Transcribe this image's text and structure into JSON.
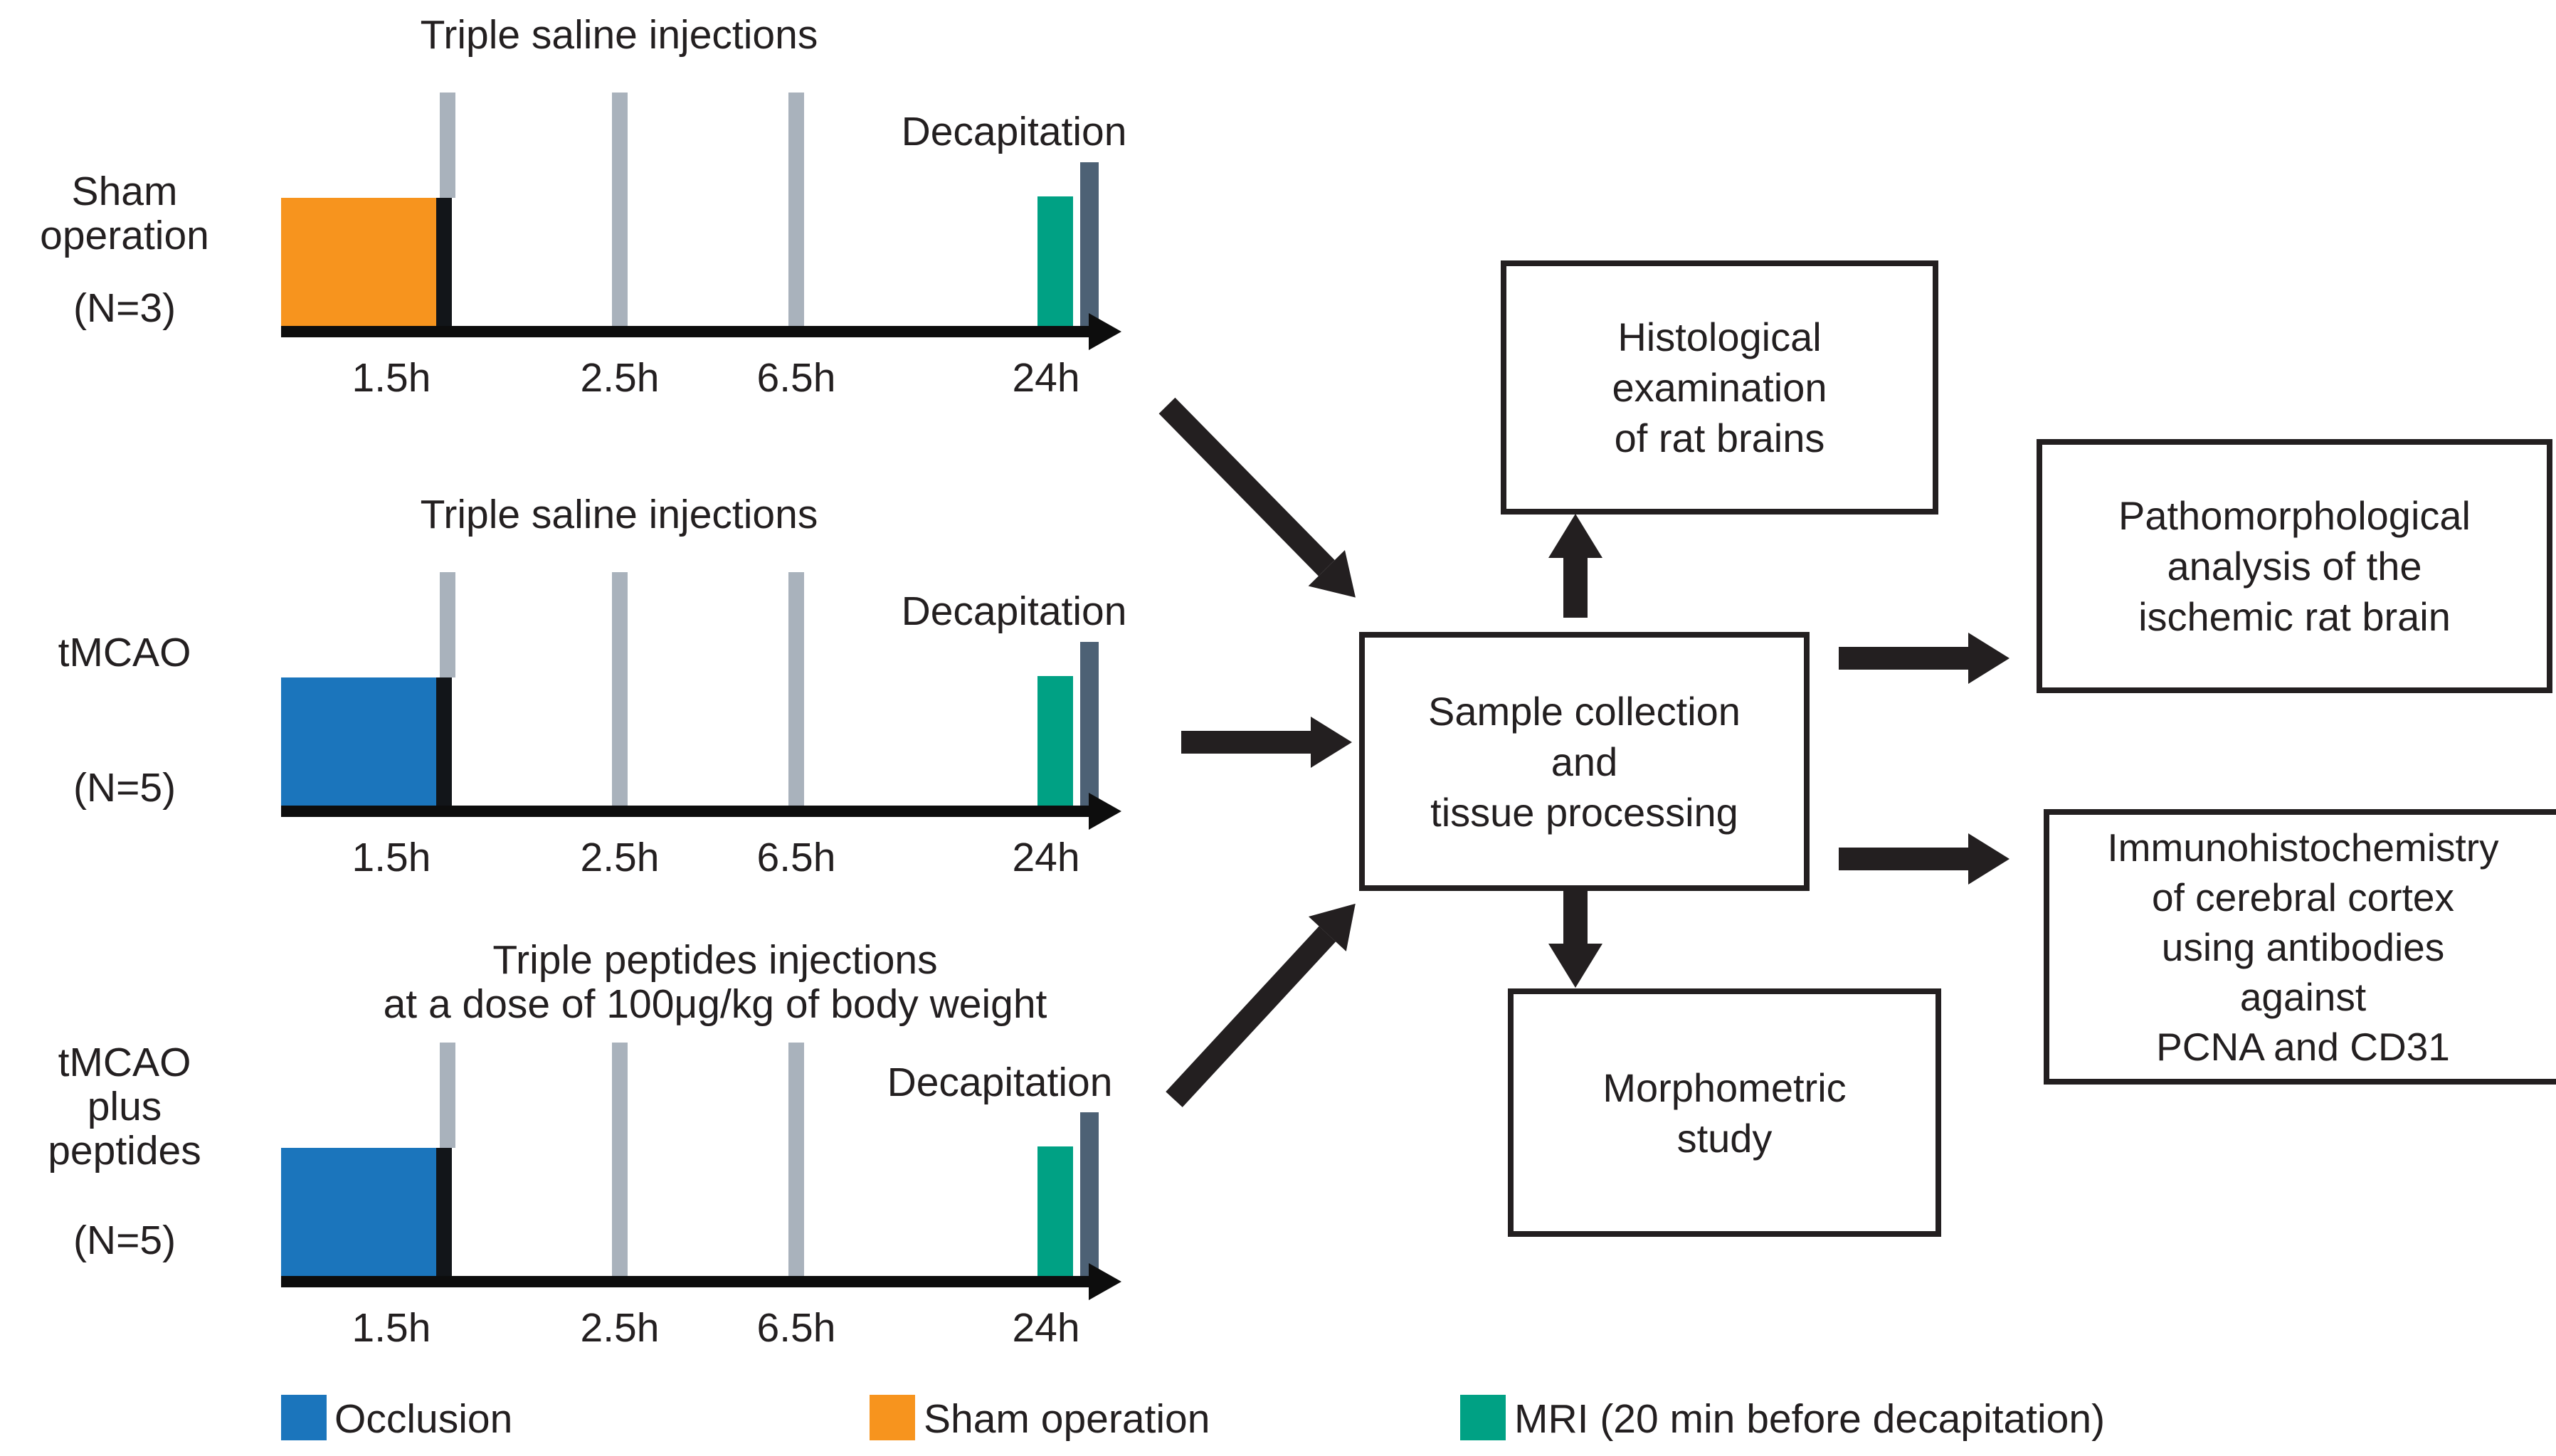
{
  "colors": {
    "occlusion": "#1b75bc",
    "sham": "#f7941e",
    "mri": "#00a184",
    "decap": "#4d6175",
    "injection": "#a9b2bc"
  },
  "rows": [
    {
      "title": "Triple saline injections",
      "group": "Sham\noperation",
      "n": "(N=3)",
      "decap": "Decapitation",
      "ticks": [
        "1.5h",
        "2.5h",
        "6.5h",
        "24h"
      ]
    },
    {
      "title": "Triple saline injections",
      "group": "tMCAO",
      "n": "(N=5)",
      "decap": "Decapitation",
      "ticks": [
        "1.5h",
        "2.5h",
        "6.5h",
        "24h"
      ]
    },
    {
      "title": "Triple peptides injections\nat a dose of 100μg/kg of body weight",
      "group": "tMCAO\nplus\npeptides",
      "n": "(N=5)",
      "decap": "Decapitation",
      "ticks": [
        "1.5h",
        "2.5h",
        "6.5h",
        "24h"
      ]
    }
  ],
  "flow": {
    "histology": "Histological\nexamination\nof rat brains",
    "sample": "Sample collection\nand\ntissue processing",
    "morphometric": "Morphometric\nstudy",
    "pathomorphology": "Pathomorphological\nanalysis of the\nischemic rat brain",
    "immunohistochemistry": "Immunohistochemistry\nof cerebral cortex\nusing antibodies\nagainst\nPCNA and CD31"
  },
  "legend": {
    "items": [
      {
        "label": "Occlusion"
      },
      {
        "label": "Sham operation"
      },
      {
        "label": "MRI (20 min before decapitation)"
      }
    ]
  }
}
